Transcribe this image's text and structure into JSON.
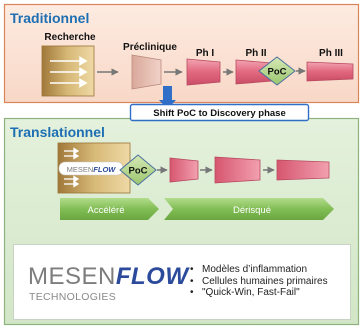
{
  "traditional": {
    "title": "Traditionnel",
    "stage_labels": [
      "Recherche",
      "Préclinique",
      "Ph I",
      "Ph II",
      "Ph III"
    ],
    "poc_label": "PoC"
  },
  "shift_label": "Shift PoC to Discovery phase",
  "translational": {
    "title": "Translationnel",
    "poc_label": "PoC",
    "mini_logo": "MESENFLOW",
    "arrow_labels": [
      "Accéléré",
      "Dérisqué"
    ]
  },
  "logo": {
    "mesen": "MESEN",
    "flow": "FLOW",
    "subtitle": "TECHNOLOGIES"
  },
  "bullets": [
    "Modèles d’inflammation",
    "Cellules humaines primaires",
    "\"Quick-Win, Fast-Fail\""
  ],
  "colors": {
    "traditional_border": "#d9855a",
    "traditional_bg": "#fbe6da",
    "translational_border": "#8db27e",
    "translational_bg": "#deeed6",
    "title_blue": "#1d6fb3",
    "stage_pink": "#e36b85",
    "poc_green": "#b9d98f",
    "arrow_green": "#86c15e",
    "shift_border": "#2f6fc7"
  }
}
